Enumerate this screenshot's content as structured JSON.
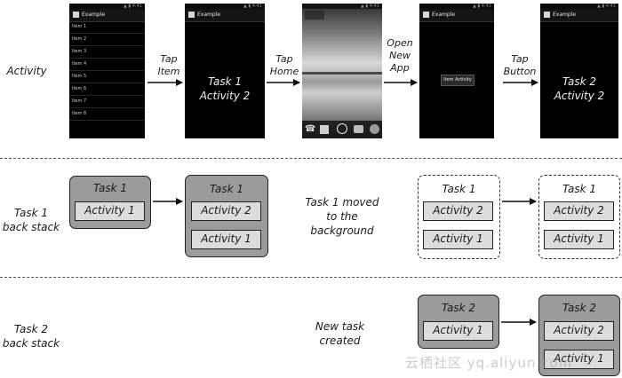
{
  "rows": {
    "activity": "Activity",
    "task1_back_stack": [
      "Task 1",
      "back stack"
    ],
    "task2_back_stack": [
      "Task 2",
      "back stack"
    ]
  },
  "steps": {
    "tap_item": [
      "Tap",
      "Item"
    ],
    "tap_home": [
      "Tap",
      "Home"
    ],
    "open_new_app": [
      "Open",
      "New",
      "App"
    ],
    "tap_button": [
      "Tap",
      "Button"
    ]
  },
  "phones": {
    "app_title": "Example",
    "status_icons": "▲ ▮ 4:41",
    "list_items": [
      "Item 1",
      "Item 2",
      "Item 3",
      "Item 4",
      "Item 5",
      "Item 6",
      "Item 7",
      "Item 8"
    ],
    "screen2_text": [
      "Task 1",
      "Activity 2"
    ],
    "screen4_popup": "Item Activity",
    "screen5_text": [
      "Task 2",
      "Activity 2"
    ]
  },
  "stacks": {
    "task1_label": "Task 1",
    "task2_label": "Task 2",
    "activity1": "Activity 1",
    "activity2": "Activity 2",
    "moved_note": [
      "Task 1 moved",
      "to the",
      "background"
    ],
    "new_task_note": [
      "New task",
      "created"
    ]
  },
  "watermark": "云栖社区 yq.aliyun.com",
  "colors": {
    "task_fill": "#9b9b9b",
    "activity_fill": "#dcdcdc",
    "phone_bg": "#000000"
  }
}
